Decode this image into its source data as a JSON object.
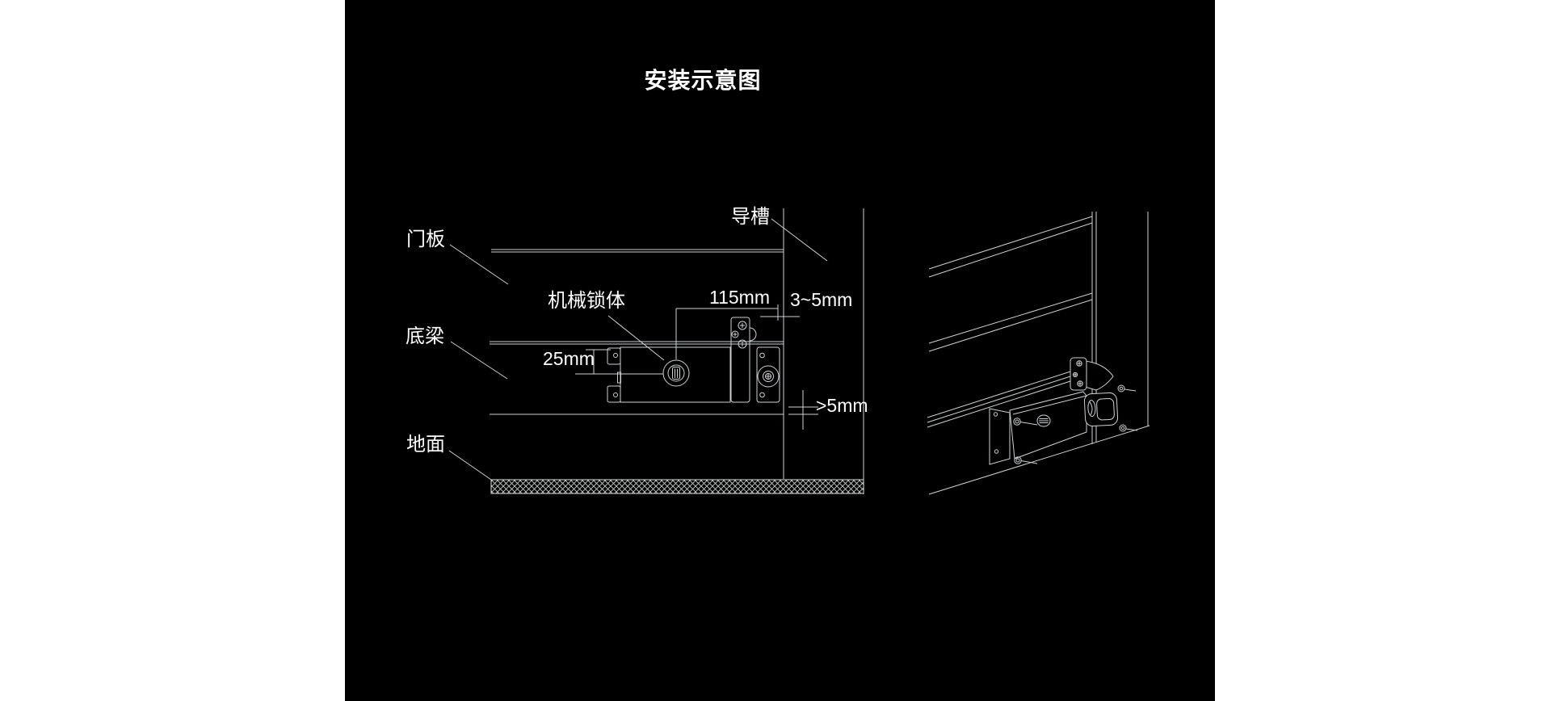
{
  "title": "安装示意图",
  "colors": {
    "page_background": "#ffffff",
    "canvas_background": "#000000",
    "line_color": "#ccd2d2",
    "text_color": "#ffffff"
  },
  "left_diagram": {
    "labels": {
      "door_panel": "门板",
      "bottom_beam": "底梁",
      "ground": "地面",
      "mechanical_lock": "机械锁体",
      "guide_channel": "导槽"
    },
    "dimensions": {
      "lock_mount_width": "115mm",
      "guide_gap": "3~5mm",
      "center_offset": "25mm",
      "ground_clearance": ">5mm"
    }
  }
}
